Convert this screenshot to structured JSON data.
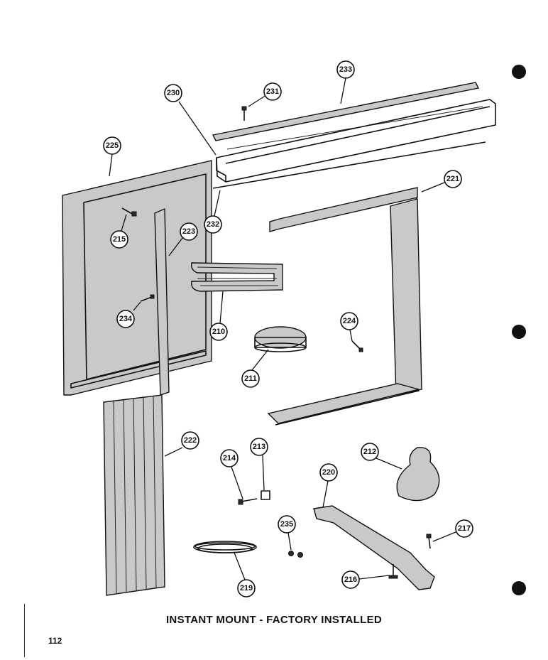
{
  "caption": "INSTANT MOUNT - FACTORY INSTALLED",
  "page_number": "112",
  "callouts": {
    "c233": "233",
    "c231": "231",
    "c230": "230",
    "c225": "225",
    "c221": "221",
    "c232": "232",
    "c215": "215",
    "c223": "223",
    "c234": "234",
    "c210": "210",
    "c224": "224",
    "c211": "211",
    "c222": "222",
    "c213": "213",
    "c214": "214",
    "c212": "212",
    "c220": "220",
    "c235": "235",
    "c217": "217",
    "c216": "216",
    "c219": "219"
  }
}
